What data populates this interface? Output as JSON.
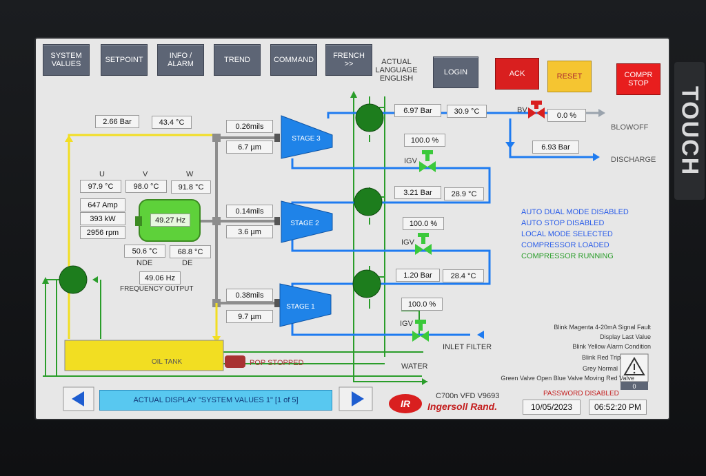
{
  "toolbar": {
    "system_values": "SYSTEM\nVALUES",
    "setpoint": "SETPOINT",
    "info_alarm": "INFO /\nALARM",
    "trend": "TREND",
    "command": "COMMAND",
    "french": "FRENCH\n>>",
    "actual_language": "ACTUAL\nLANGUAGE\nENGLISH",
    "login": "LOGIN",
    "ack": "ACK",
    "reset": "RESET",
    "compr_stop": "COMPR\nSTOP"
  },
  "brand_bezel": "TOUCH",
  "oil": {
    "pressure": "2.66 Bar",
    "temp": "43.4 °C",
    "tank_label": "OIL TANK",
    "pump_label": "POP STOPPED"
  },
  "motor": {
    "u_label": "U",
    "v_label": "V",
    "w_label": "W",
    "u_temp": "97.9 °C",
    "v_temp": "98.0 °C",
    "w_temp": "91.8 °C",
    "current": "647 Amp",
    "power": "393 kW",
    "speed": "2956 rpm",
    "frequency": "49.27 Hz",
    "nde_temp": "50.6 °C",
    "de_temp": "68.8 °C",
    "nde_label": "NDE",
    "de_label": "DE",
    "freq_output": "49.06 Hz",
    "freq_output_label": "FREQUENCY OUTPUT"
  },
  "stages": {
    "s3": {
      "label": "STAGE 3",
      "vib": "0.26mils",
      "disp": "6.7 µm"
    },
    "s2": {
      "label": "STAGE 2",
      "vib": "0.14mils",
      "disp": "3.6 µm"
    },
    "s1": {
      "label": "STAGE 1",
      "vib": "0.38mils",
      "disp": "9.7 µm"
    }
  },
  "coolers": {
    "c3": {
      "pressure": "6.97 Bar",
      "temp": "30.9 °C"
    },
    "c2": {
      "pressure": "3.21 Bar",
      "temp": "28.9 °C"
    },
    "c1": {
      "pressure": "1.20 Bar",
      "temp": "28.4 °C"
    }
  },
  "igv": {
    "label": "IGV",
    "igv3": "100.0 %",
    "igv2": "100.0 %",
    "igv1": "100.0 %"
  },
  "blowoff": {
    "bv_label": "BV",
    "bv_value": "0.0 %",
    "label": "BLOWOFF"
  },
  "discharge": {
    "pressure": "6.93 Bar",
    "label": "DISCHARGE"
  },
  "inlet_filter": "INLET FILTER",
  "water": "WATER",
  "status": {
    "s1": "AUTO DUAL MODE DISABLED",
    "s2": "AUTO STOP DISABLED",
    "s3": "LOCAL MODE SELECTED",
    "s4": "COMPRESSOR LOADED",
    "s5": "COMPRESSOR RUNNING"
  },
  "legend": {
    "l1": "Blink Magenta 4-20mA Signal Fault",
    "l2": "Display Last Value",
    "l3": "Blink Yellow Alarm Condition",
    "l4": "Blink Red Trip",
    "l5": "Grey Normal",
    "l6": "Green Valve Open  Blue Valve Moving  Red Valve"
  },
  "alarm_count": "0",
  "footer": {
    "display_text": "ACTUAL DISPLAY \"SYSTEM  VALUES 1\" [1 of 5]",
    "model": "C700n VFD V9693",
    "brand": "Ingersoll Rand.",
    "brand_mark": "IR",
    "password": "PASSWORD DISABLED",
    "date": "10/05/2023",
    "time": "06:52:20 PM"
  },
  "colors": {
    "pipe_blue": "#1e7bf0",
    "stage_blue": "#1f83e8",
    "oil_yellow": "#f2de22",
    "valve_green": "#3bc93b",
    "cooler_green": "#1d7d1d",
    "line_green": "#2a9d2a",
    "motor_green": "#5ed13a",
    "ack_red": "#d91f1f",
    "reset_orange": "#f5c531"
  }
}
